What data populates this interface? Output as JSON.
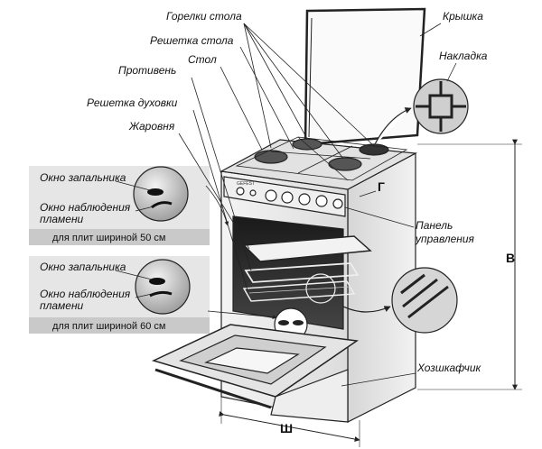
{
  "labels": {
    "burners": "Горелки стола",
    "lid": "Крышка",
    "table_grate": "Решетка стола",
    "overlay": "Накладка",
    "table": "Стол",
    "baking_tray": "Противень",
    "oven_rack": "Решетка духовки",
    "roasting_pan": "Жаровня",
    "control_panel_line1": "Панель",
    "control_panel_line2": "управления",
    "storage": "Хозшкафчик",
    "g_mark": "Г"
  },
  "dimensions": {
    "height": "В",
    "width": "Ш"
  },
  "insets": [
    {
      "ignition_window": "Окно запальника",
      "flame_window_line1": "Окно наблюдения",
      "flame_window_line2": "пламени",
      "caption": "для плит шириной 50 см"
    },
    {
      "ignition_window": "Окно запальника",
      "flame_window_line1": "Окно наблюдения",
      "flame_window_line2": "пламени",
      "caption": "для плит шириной 60 см"
    }
  ],
  "brand": "GEFEST"
}
